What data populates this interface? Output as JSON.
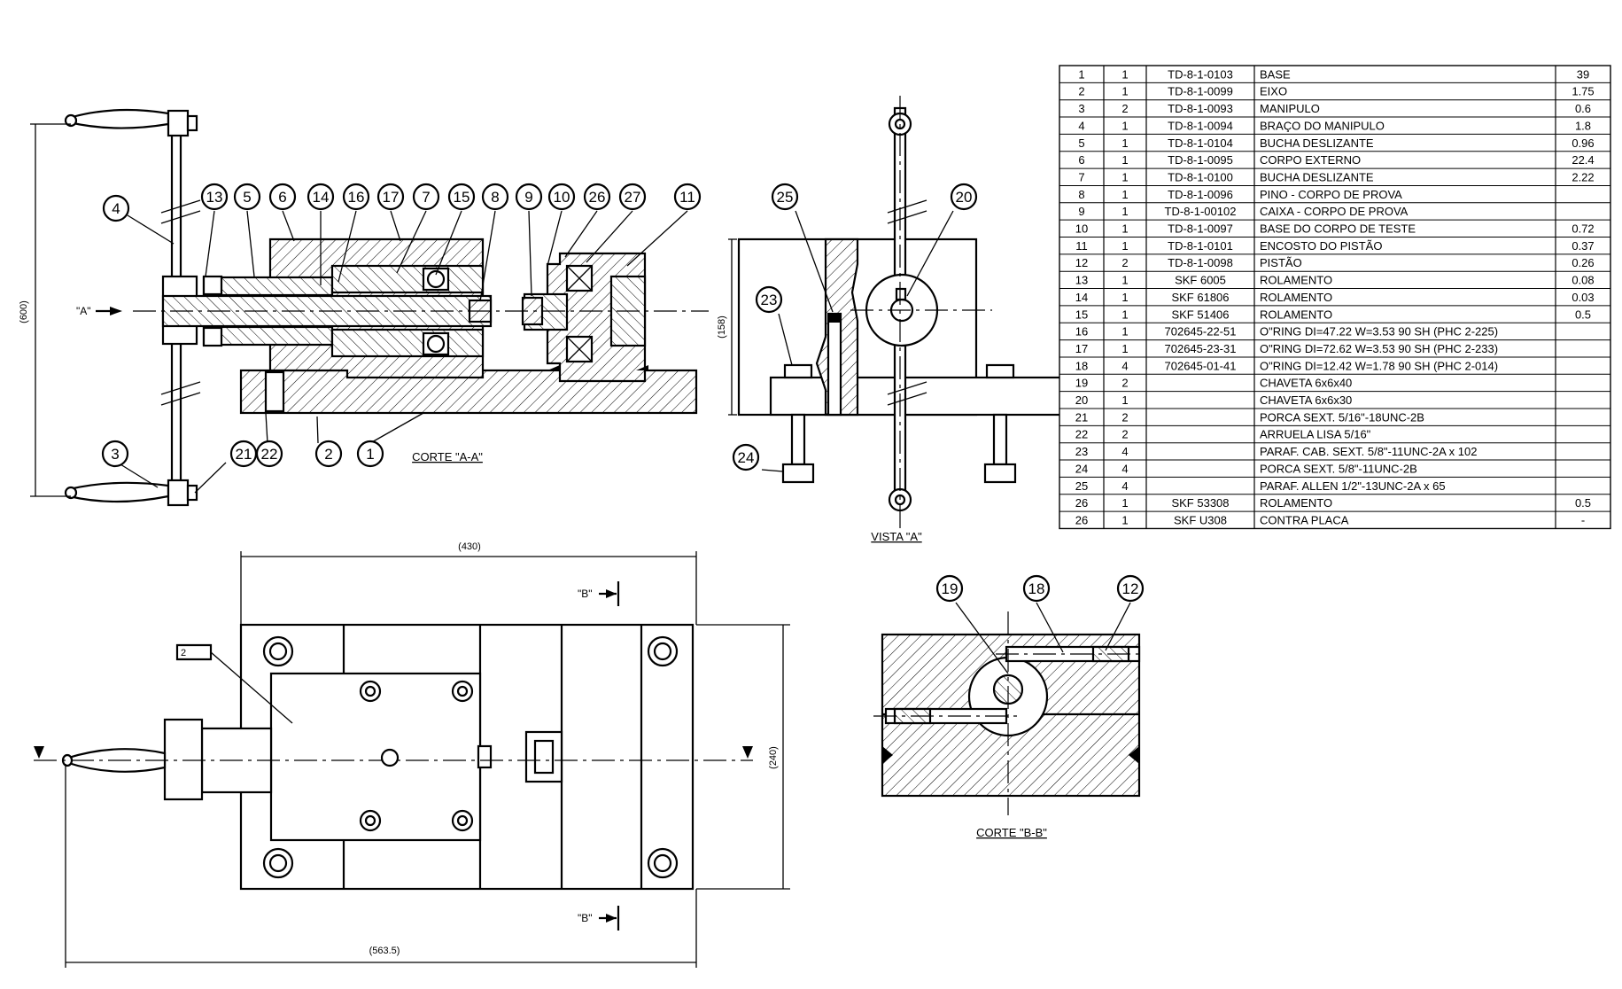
{
  "views": {
    "section_aa": "CORTE \"A-A\"",
    "view_a": "VISTA \"A\"",
    "section_bb": "CORTE \"B-B\""
  },
  "dimensions": {
    "height_600": "(600)",
    "height_158": "(158)",
    "width_430": "(430)",
    "height_240": "(240)",
    "width_563": "(563.5)"
  },
  "section_markers": {
    "a_left": "\"A\"",
    "a_top": "\"B\"",
    "b_bottom": "\"B\""
  },
  "balloons": {
    "b1": "1",
    "b2": "2",
    "b3": "3",
    "b4": "4",
    "b5": "5",
    "b6": "6",
    "b7": "7",
    "b8": "8",
    "b9": "9",
    "b10": "10",
    "b11": "11",
    "b12": "12",
    "b13": "13",
    "b14": "14",
    "b15": "15",
    "b16": "16",
    "b17": "17",
    "b18": "18",
    "b19": "19",
    "b20": "20",
    "b21": "21",
    "b22": "22",
    "b23": "23",
    "b24": "24",
    "b25": "25",
    "b26": "26",
    "b27": "27"
  },
  "plate_label": "2",
  "bom": [
    [
      "1",
      "1",
      "TD-8-1-0103",
      "BASE",
      "39"
    ],
    [
      "2",
      "1",
      "TD-8-1-0099",
      "EIXO",
      "1.75"
    ],
    [
      "3",
      "2",
      "TD-8-1-0093",
      "MANIPULO",
      "0.6"
    ],
    [
      "4",
      "1",
      "TD-8-1-0094",
      "BRAÇO DO MANIPULO",
      "1.8"
    ],
    [
      "5",
      "1",
      "TD-8-1-0104",
      "BUCHA DESLIZANTE",
      "0.96"
    ],
    [
      "6",
      "1",
      "TD-8-1-0095",
      "CORPO EXTERNO",
      "22.4"
    ],
    [
      "7",
      "1",
      "TD-8-1-0100",
      "BUCHA DESLIZANTE",
      "2.22"
    ],
    [
      "8",
      "1",
      "TD-8-1-0096",
      "PINO - CORPO DE PROVA",
      ""
    ],
    [
      "9",
      "1",
      "TD-8-1-00102",
      "CAIXA - CORPO DE PROVA",
      ""
    ],
    [
      "10",
      "1",
      "TD-8-1-0097",
      "BASE DO CORPO DE TESTE",
      "0.72"
    ],
    [
      "11",
      "1",
      "TD-8-1-0101",
      "ENCOSTO DO PISTÃO",
      "0.37"
    ],
    [
      "12",
      "2",
      "TD-8-1-0098",
      "PISTÃO",
      "0.26"
    ],
    [
      "13",
      "1",
      "SKF 6005",
      "ROLAMENTO",
      "0.08"
    ],
    [
      "14",
      "1",
      "SKF 61806",
      "ROLAMENTO",
      "0.03"
    ],
    [
      "15",
      "1",
      "SKF 51406",
      "ROLAMENTO",
      "0.5"
    ],
    [
      "16",
      "1",
      "702645-22-51",
      "O\"RING DI=47.22 W=3.53 90 SH (PHC 2-225)",
      ""
    ],
    [
      "17",
      "1",
      "702645-23-31",
      "O\"RING DI=72.62 W=3.53 90 SH (PHC 2-233)",
      ""
    ],
    [
      "18",
      "4",
      "702645-01-41",
      "O\"RING DI=12.42 W=1.78 90 SH (PHC 2-014)",
      ""
    ],
    [
      "19",
      "2",
      "",
      "CHAVETA 6x6x40",
      ""
    ],
    [
      "20",
      "1",
      "",
      "CHAVETA 6x6x30",
      ""
    ],
    [
      "21",
      "2",
      "",
      "PORCA SEXT. 5/16\"-18UNC-2B",
      ""
    ],
    [
      "22",
      "2",
      "",
      "ARRUELA LISA 5/16\"",
      ""
    ],
    [
      "23",
      "4",
      "",
      "PARAF. CAB. SEXT. 5/8\"-11UNC-2A x 102",
      ""
    ],
    [
      "24",
      "4",
      "",
      "PORCA SEXT. 5/8\"-11UNC-2B",
      ""
    ],
    [
      "25",
      "4",
      "",
      "PARAF. ALLEN 1/2\"-13UNC-2A x 65",
      ""
    ],
    [
      "26",
      "1",
      "SKF 53308",
      "ROLAMENTO",
      "0.5"
    ],
    [
      "26",
      "1",
      "SKF U308",
      "CONTRA PLACA",
      "-"
    ]
  ]
}
